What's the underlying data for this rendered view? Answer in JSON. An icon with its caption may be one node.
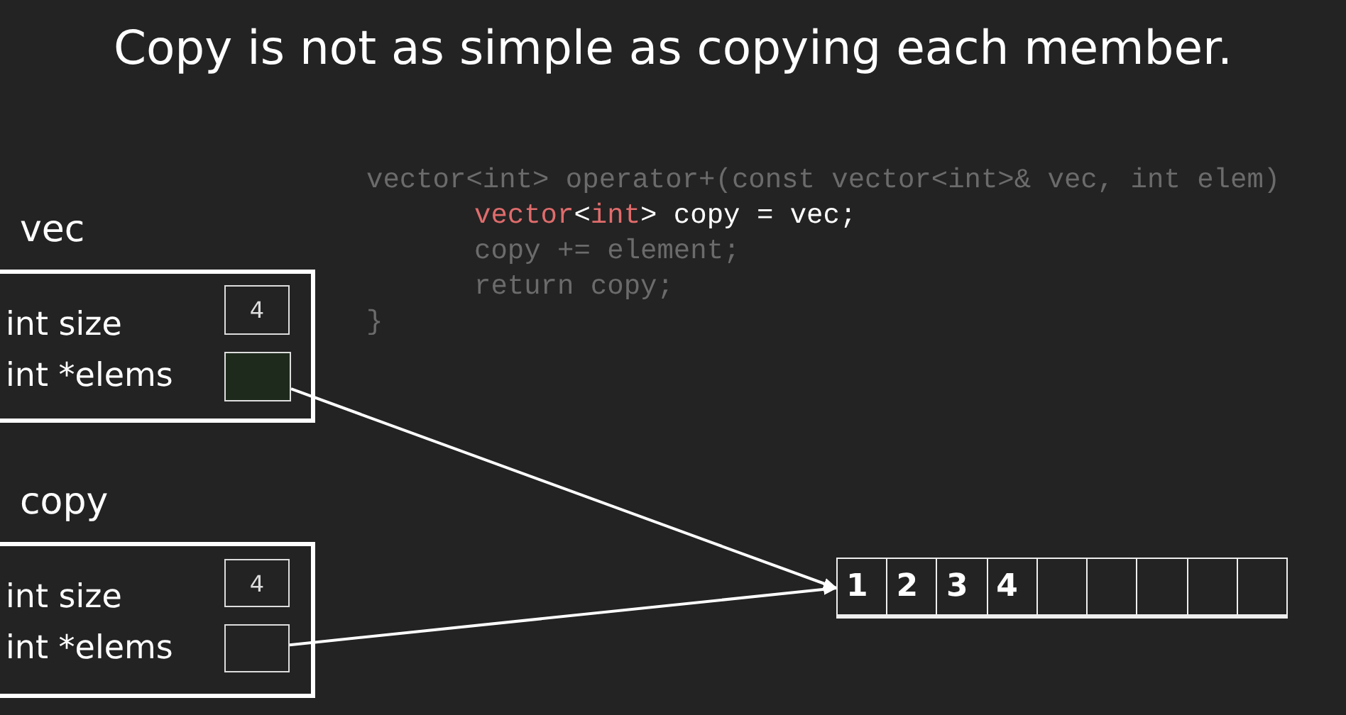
{
  "diagram": {
    "title": "Copy is not as simple as copying each member.",
    "nodes": [
      {
        "text": [
          "vec",
          "int size",
          "int *elems"
        ]
      },
      {
        "text": [
          "4"
        ],
        "in": 0
      },
      {
        "text": [],
        "shape": "box",
        "in": 0
      },
      {
        "text": [
          "copy",
          "int size",
          "int *elems"
        ]
      },
      {
        "text": [
          "4"
        ],
        "in": 3
      },
      {
        "text": [],
        "shape": "box",
        "in": 3
      },
      {
        "text": [],
        "shape": "box"
      },
      {
        "text": [
          "1"
        ],
        "in": 6
      },
      {
        "text": [
          "2"
        ],
        "in": 6
      },
      {
        "text": [
          "3"
        ],
        "in": 6
      },
      {
        "text": [
          "4"
        ],
        "in": 6
      },
      {
        "text": [],
        "shape": "box",
        "in": 6
      },
      {
        "text": [],
        "shape": "box",
        "in": 6
      },
      {
        "text": [],
        "shape": "box",
        "in": 6
      },
      {
        "text": [],
        "shape": "box",
        "in": 6
      },
      {
        "text": [],
        "shape": "box",
        "in": 6
      }
    ],
    "edges": [
      {
        "from": 2,
        "to": 6,
        "arrow": "to"
      },
      {
        "from": 5,
        "to": 6,
        "arrow": "to"
      }
    ],
    "labels": [
      "vector<int> operator+(const vector<int>& vec, int elem)",
      "vector",
      "<",
      "int",
      "> copy = vec;",
      "copy += element;",
      "return copy;",
      "}"
    ]
  }
}
